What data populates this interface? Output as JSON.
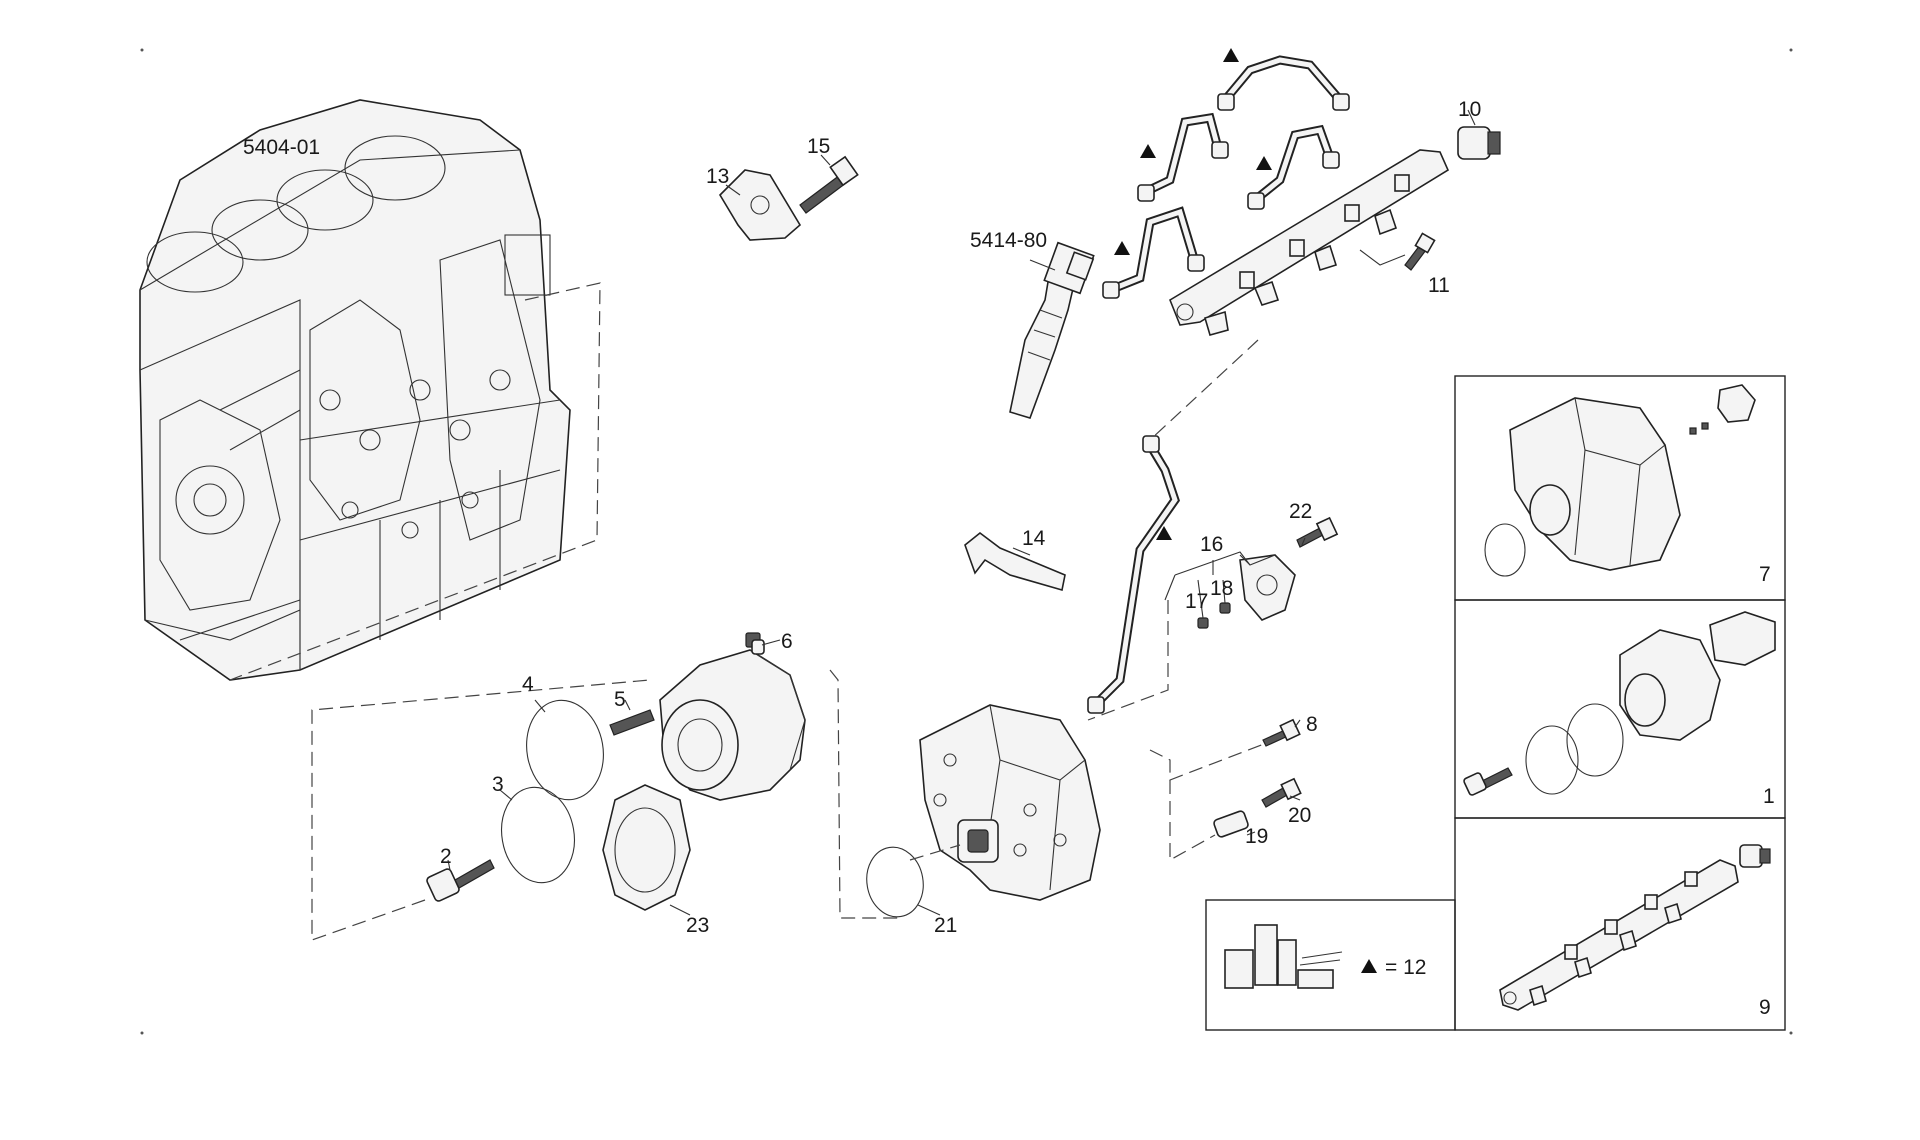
{
  "labels": {
    "group_5404": "5404-01",
    "group_5414": "5414-80",
    "p1": "1",
    "p2": "2",
    "p3": "3",
    "p4": "4",
    "p5": "5",
    "p6": "6",
    "p7": "7",
    "p8": "8",
    "p9": "9",
    "p10": "10",
    "p11": "11",
    "p13": "13",
    "p14": "14",
    "p15": "15",
    "p16": "16",
    "p17": "17",
    "p18": "18",
    "p19": "19",
    "p20": "20",
    "p21": "21",
    "p22": "22",
    "p23": "23"
  },
  "legend": {
    "text": "= 12"
  }
}
